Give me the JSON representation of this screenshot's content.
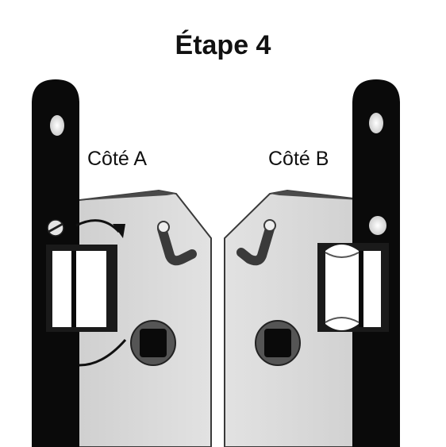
{
  "title": "Étape 4",
  "side_a": {
    "label": "Côté A",
    "icons": [
      "rotate-arrow-icon",
      "slot-screw-icon",
      "latch-icon",
      "square-spindle-icon"
    ]
  },
  "side_b": {
    "label": "Côté B",
    "icons": [
      "round-hole-icon",
      "latch-icon",
      "square-spindle-icon"
    ]
  },
  "colors": {
    "background": "#ffffff",
    "strike_plate": "#0a0a0a",
    "door_panel": "#d9d9d9",
    "door_edge": "#3a3a3a",
    "hole": "#e9e9e9",
    "spindle": "#111111"
  }
}
